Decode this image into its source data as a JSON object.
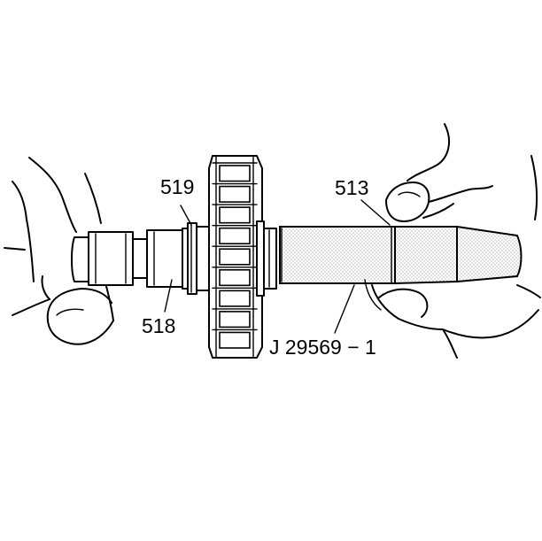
{
  "callouts": {
    "c519": "519",
    "c518": "518",
    "c513": "513",
    "tool": "J 29569 − 1"
  },
  "colors": {
    "ink": "#000000",
    "background": "#ffffff",
    "tool_stipple": "#9a9a9a"
  }
}
